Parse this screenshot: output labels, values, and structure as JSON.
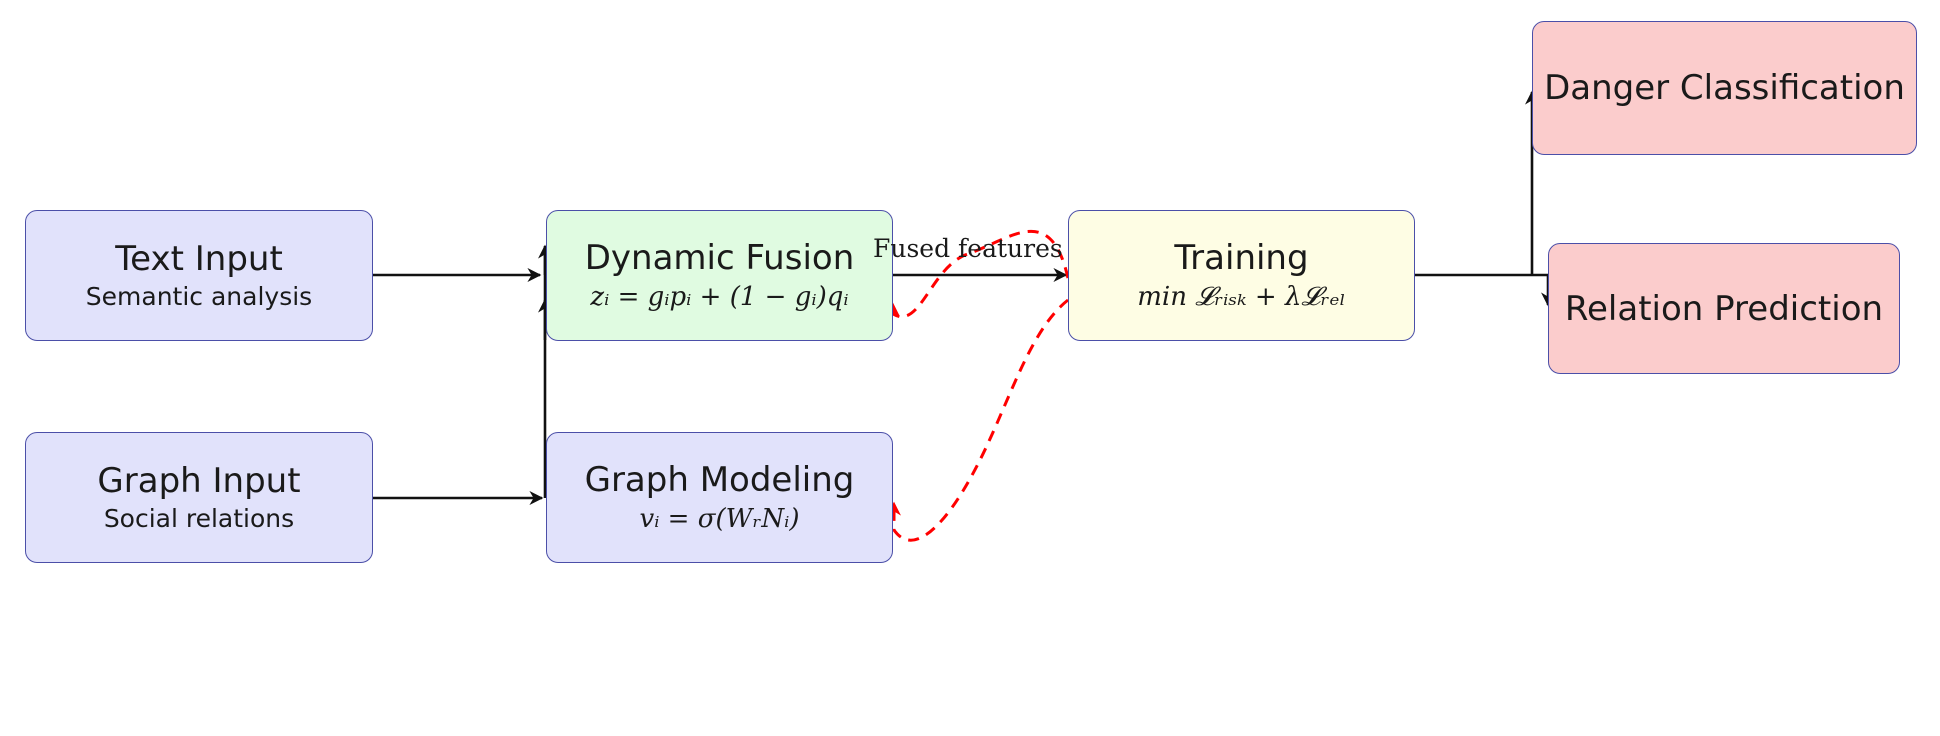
{
  "nodes": {
    "text_input": {
      "title": "Text Input",
      "sub": "Semantic analysis"
    },
    "graph_input": {
      "title": "Graph Input",
      "sub": "Social relations"
    },
    "dynamic_fusion": {
      "title": "Dynamic Fusion",
      "formula": "zᵢ = gᵢpᵢ + (1 − gᵢ)qᵢ"
    },
    "graph_modeling": {
      "title": "Graph Modeling",
      "formula": "vᵢ = σ(WᵣNᵢ)"
    },
    "training": {
      "title": "Training",
      "formula": "min 𝓛ᵣᵢₛₖ + λ𝓛ᵣₑₗ"
    },
    "danger_classification": {
      "title": "Danger Classification"
    },
    "relation_prediction": {
      "title": "Relation Prediction"
    }
  },
  "edges": {
    "fused_label": "Fused features"
  },
  "colors": {
    "input_fill": "#e1e2fb",
    "fusion_fill": "#e0fbe1",
    "training_fill": "#fefde4",
    "output_fill": "#fbcccc",
    "border": "#4b4fa8",
    "arrow": "#111111",
    "feedback": "#ff0000"
  }
}
